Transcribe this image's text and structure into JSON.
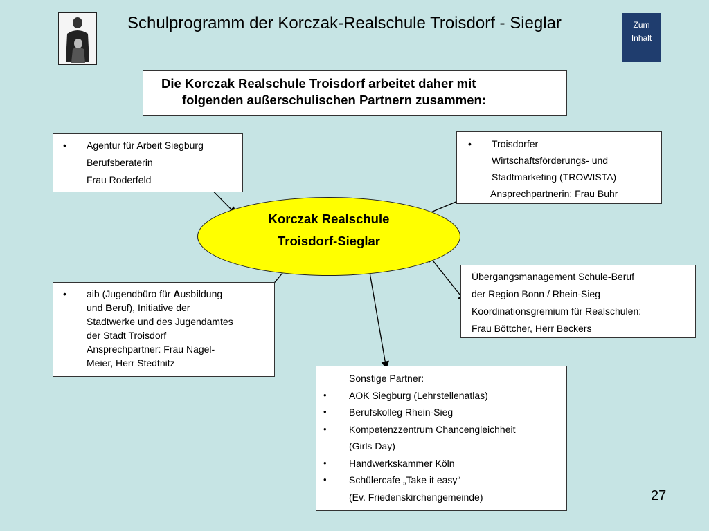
{
  "header": {
    "title": "Schulprogramm der Korczak-Realschule Troisdorf - Sieglar",
    "nav_button": {
      "line1": "Zum",
      "line2": "Inhalt"
    }
  },
  "headline": {
    "line1": "Die Korczak Realschule Troisdorf arbeitet daher mit",
    "line2": "folgenden außerschulischen Partnern zusammen:"
  },
  "center": {
    "line1": "Korczak Realschule",
    "line2": "Troisdorf-Sieglar",
    "fill_color": "#ffff00"
  },
  "partners": {
    "agentur": {
      "bullet": "•",
      "lines": [
        "Agentur für Arbeit Siegburg",
        "Berufsberaterin",
        "Frau Roderfeld"
      ]
    },
    "trowista": {
      "bullet": "•",
      "lines": [
        "Troisdorfer",
        "Wirtschaftsförderungs- und",
        "Stadtmarketing (TROWISTA)",
        "Ansprechpartnerin: Frau Buhr"
      ]
    },
    "aib": {
      "bullet": "•",
      "line1_parts": [
        "aib (Jugendbüro für ",
        "A",
        "usb",
        "i",
        "ldung"
      ],
      "line2_parts": [
        "und ",
        "B",
        "eruf), Initiative der"
      ],
      "lines": [
        "Stadtwerke und des Jugendamtes",
        "der Stadt Troisdorf",
        "Ansprechpartner: Frau Nagel-",
        "Meier, Herr Stedtnitz"
      ]
    },
    "uebergang": {
      "lines": [
        "Übergangsmanagement Schule-Beruf",
        "der Region Bonn / Rhein-Sieg",
        "Koordinationsgremium für Realschulen:",
        "Frau Böttcher, Herr Beckers"
      ]
    },
    "sonstige": {
      "heading": "Sonstige Partner:",
      "bullet": "•",
      "items": [
        {
          "text": "AOK Siegburg (Lehrstellenatlas)",
          "bullet": true
        },
        {
          "text": "Berufskolleg Rhein-Sieg",
          "bullet": true
        },
        {
          "text": "Kompetenzzentrum Chancengleichheit",
          "bullet": true
        },
        {
          "text": "(Girls Day)",
          "bullet": false
        },
        {
          "text": "Handwerkskammer Köln",
          "bullet": true
        },
        {
          "text": "Schülercafe „Take it easy“",
          "bullet": true
        },
        {
          "text": "(Ev. Friedenskirchengemeinde)",
          "bullet": false
        }
      ]
    }
  },
  "page_number": "27",
  "colors": {
    "background": "#c6e4e4",
    "nav_button": "#1f3d6e",
    "box": "#ffffff"
  },
  "icons": {
    "portrait": "korczak-portrait-image"
  }
}
